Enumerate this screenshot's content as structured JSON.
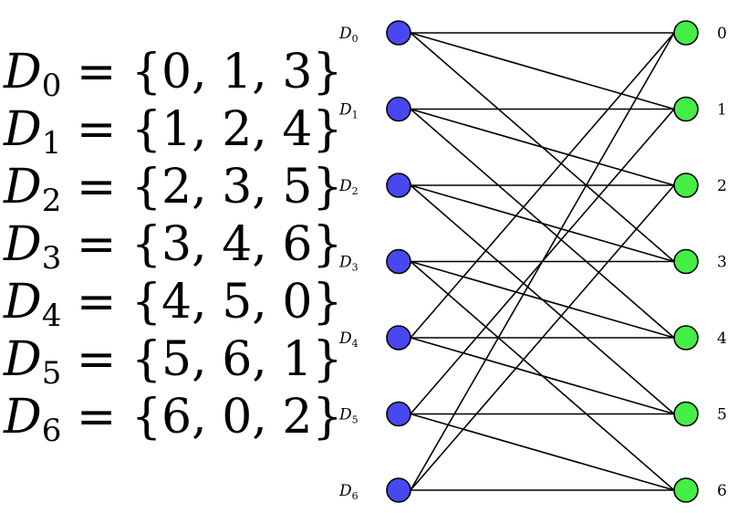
{
  "sets": [
    {
      "symbol": "D",
      "sub": "0",
      "rest": " = {0, 1, 3}"
    },
    {
      "symbol": "D",
      "sub": "1",
      "rest": " = {1, 2, 4}"
    },
    {
      "symbol": "D",
      "sub": "2",
      "rest": " = {2, 3, 5}"
    },
    {
      "symbol": "D",
      "sub": "3",
      "rest": " = {3, 4, 6}"
    },
    {
      "symbol": "D",
      "sub": "4",
      "rest": " = {4, 5, 0}"
    },
    {
      "symbol": "D",
      "sub": "5",
      "rest": " = {5, 6, 1}"
    },
    {
      "symbol": "D",
      "sub": "6",
      "rest": " = {6, 0, 2}"
    }
  ],
  "graph": {
    "left_nodes": [
      {
        "symbol": "D",
        "sub": "0"
      },
      {
        "symbol": "D",
        "sub": "1"
      },
      {
        "symbol": "D",
        "sub": "2"
      },
      {
        "symbol": "D",
        "sub": "3"
      },
      {
        "symbol": "D",
        "sub": "4"
      },
      {
        "symbol": "D",
        "sub": "5"
      },
      {
        "symbol": "D",
        "sub": "6"
      }
    ],
    "right_nodes": [
      "0",
      "1",
      "2",
      "3",
      "4",
      "5",
      "6"
    ],
    "edges": [
      [
        0,
        0
      ],
      [
        0,
        1
      ],
      [
        0,
        3
      ],
      [
        1,
        1
      ],
      [
        1,
        2
      ],
      [
        1,
        4
      ],
      [
        2,
        2
      ],
      [
        2,
        3
      ],
      [
        2,
        5
      ],
      [
        3,
        3
      ],
      [
        3,
        4
      ],
      [
        3,
        6
      ],
      [
        4,
        4
      ],
      [
        4,
        5
      ],
      [
        4,
        0
      ],
      [
        5,
        5
      ],
      [
        5,
        6
      ],
      [
        5,
        1
      ],
      [
        6,
        6
      ],
      [
        6,
        0
      ],
      [
        6,
        2
      ]
    ],
    "left_color": "#4848f0",
    "right_color": "#44ee44",
    "stroke_color": "#000000"
  }
}
